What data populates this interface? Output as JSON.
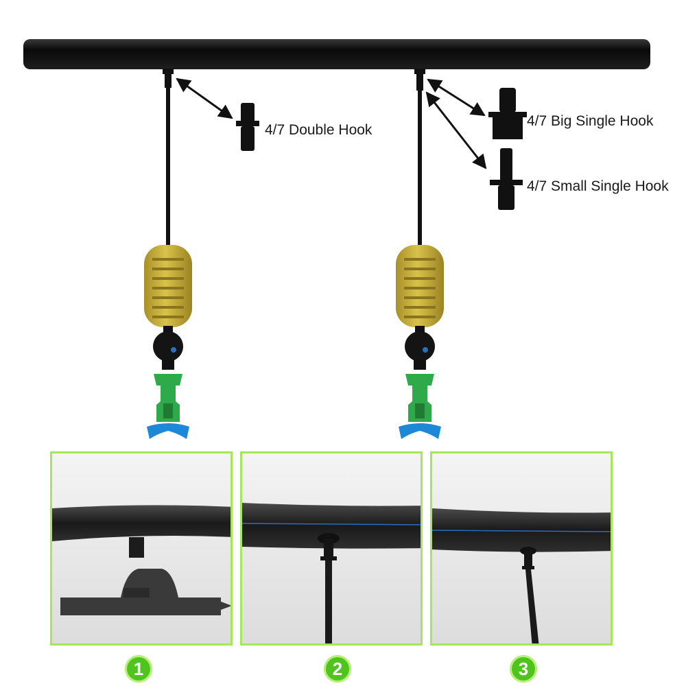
{
  "labels": {
    "double_hook": "4/7 Double Hook",
    "big_single_hook": "4/7 Big Single Hook",
    "small_single_hook": "4/7 Small Single Hook"
  },
  "badges": [
    "1",
    "2",
    "3"
  ],
  "colors": {
    "pipe": "#0d0d0d",
    "weight_yellow": "#c9b23a",
    "nozzle_green": "#2faa4a",
    "nozzle_blue": "#1e88d8",
    "panel_border": "#a6e65a",
    "badge_green": "#4fc41e"
  }
}
